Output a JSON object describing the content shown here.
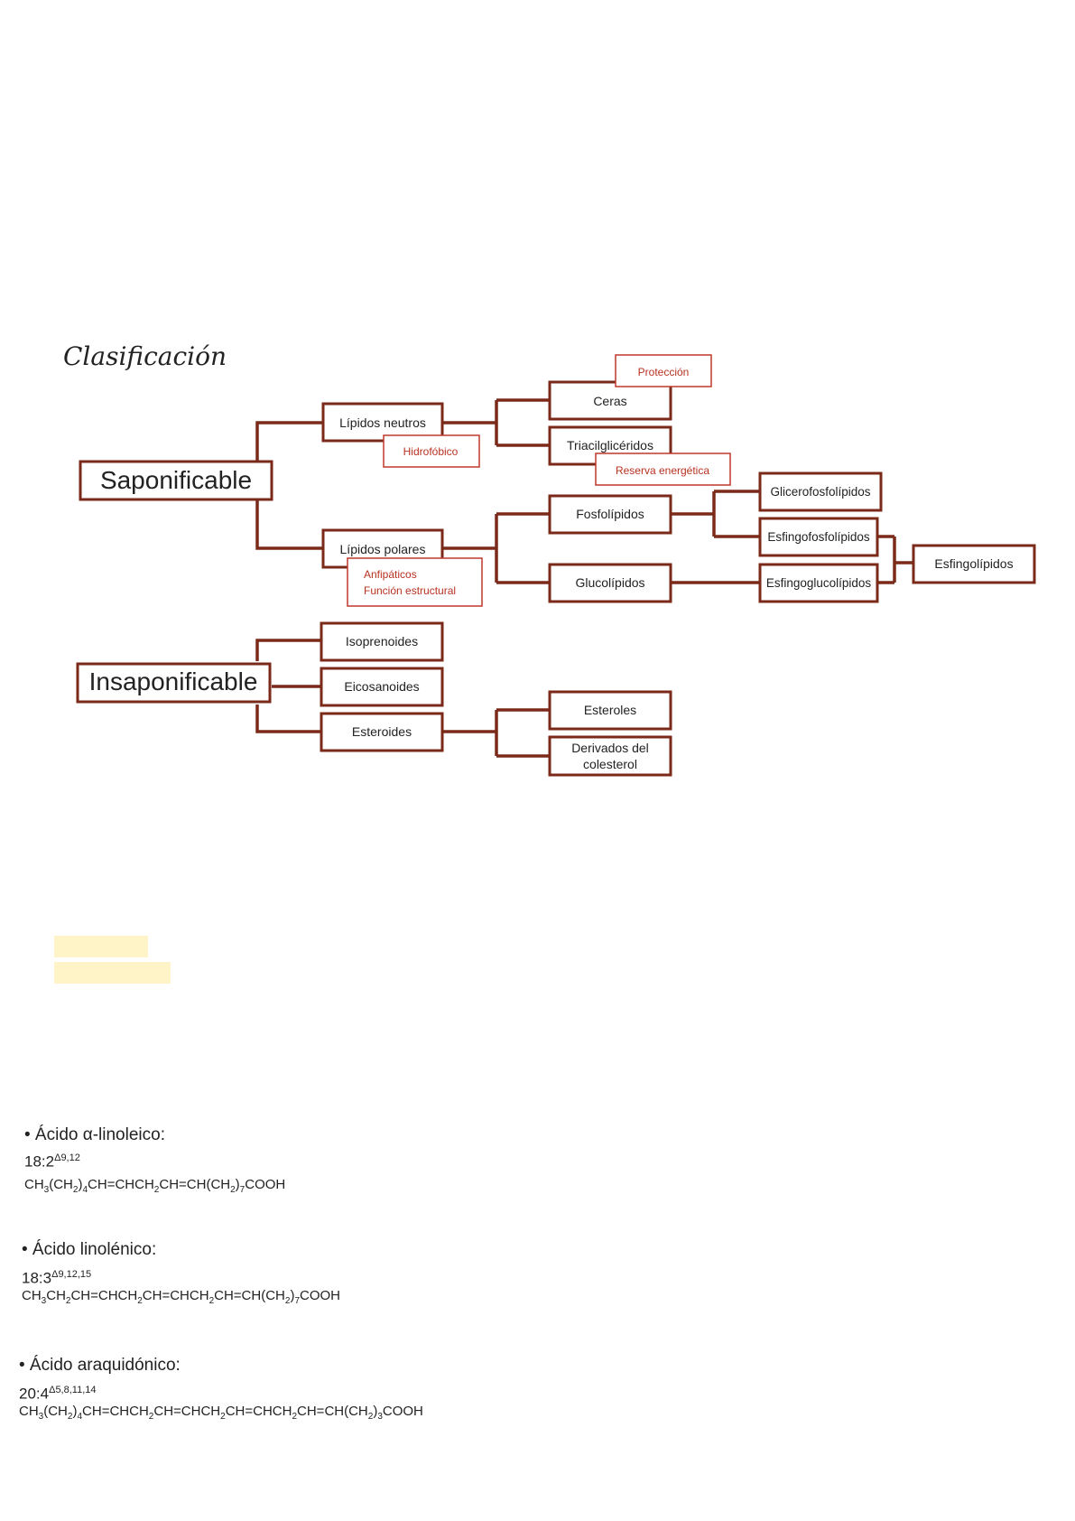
{
  "title": "Clasificación",
  "colors": {
    "box_border": "#7b2a1a",
    "note_border": "#c0392b",
    "note_text": "#b83222"
  },
  "nodes": {
    "saponificable": "Saponificable",
    "insaponificable": "Insaponificable",
    "lipidos_neutros": "Lípidos neutros",
    "lipidos_polares": "Lípidos polares",
    "ceras": "Ceras",
    "triacilgliceridos": "Triacilglicéridos",
    "fosfolipidos": "Fosfolípidos",
    "glucolipidos": "Glucolípidos",
    "glicerofosfolipidos": "Glicerofosfolípidos",
    "esfingofosfolipidos": "Esfingofosfolípidos",
    "esfingoglucolipidos": "Esfingoglucolípidos",
    "esfingolipidos": "Esfingolípidos",
    "isoprenoides": "Isoprenoides",
    "eicosanoides": "Eicosanoides",
    "esteroides": "Esteroides",
    "esteroles": "Esteroles",
    "derivados_line1": "Derivados del",
    "derivados_line2": "colesterol"
  },
  "notes": {
    "proteccion": "Protección",
    "hidrofobico": "Hidrofóbico",
    "reserva": "Reserva energética",
    "anfipaticos": "Anfipáticos",
    "funcion": "Función estructural"
  },
  "acids": {
    "a1": {
      "name": "• Ácido α-linoleico:",
      "base": "18:2",
      "sup": "Δ9,12"
    },
    "a2": {
      "name": "• Ácido linolénico:",
      "base": "18:3",
      "sup": "Δ9,12,15"
    },
    "a3": {
      "name": "• Ácido araquidónico:",
      "base": "20:4",
      "sup": "Δ5,8,11,14"
    }
  }
}
